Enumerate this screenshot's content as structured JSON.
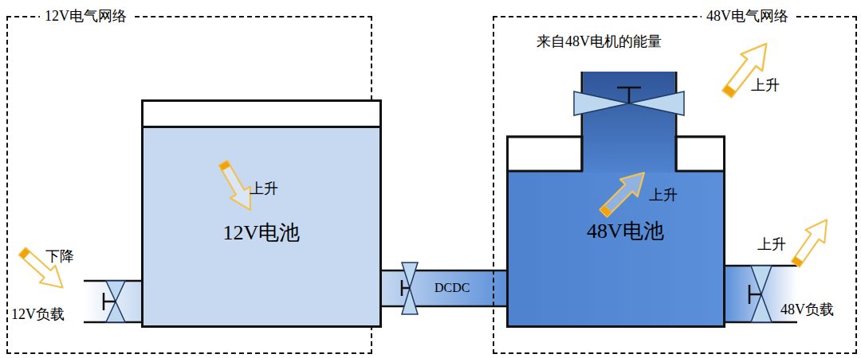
{
  "diagram": {
    "nodes": [
      {
        "text": [
          "12V电气网络"
        ]
      },
      {
        "text": [
          "48V电气网络"
        ]
      },
      {
        "text": [
          "12V电池"
        ],
        "in": 0
      },
      {
        "text": [
          "48V电池"
        ],
        "in": 1
      }
    ],
    "edges": [
      {
        "from": 2,
        "to": 3,
        "arrow": "none",
        "label": "DCDC"
      }
    ],
    "labels": [
      "来自48V电机的能量",
      "上升",
      "上升",
      "上升",
      "上升",
      "下降",
      "12V负载",
      "48V负载"
    ]
  }
}
